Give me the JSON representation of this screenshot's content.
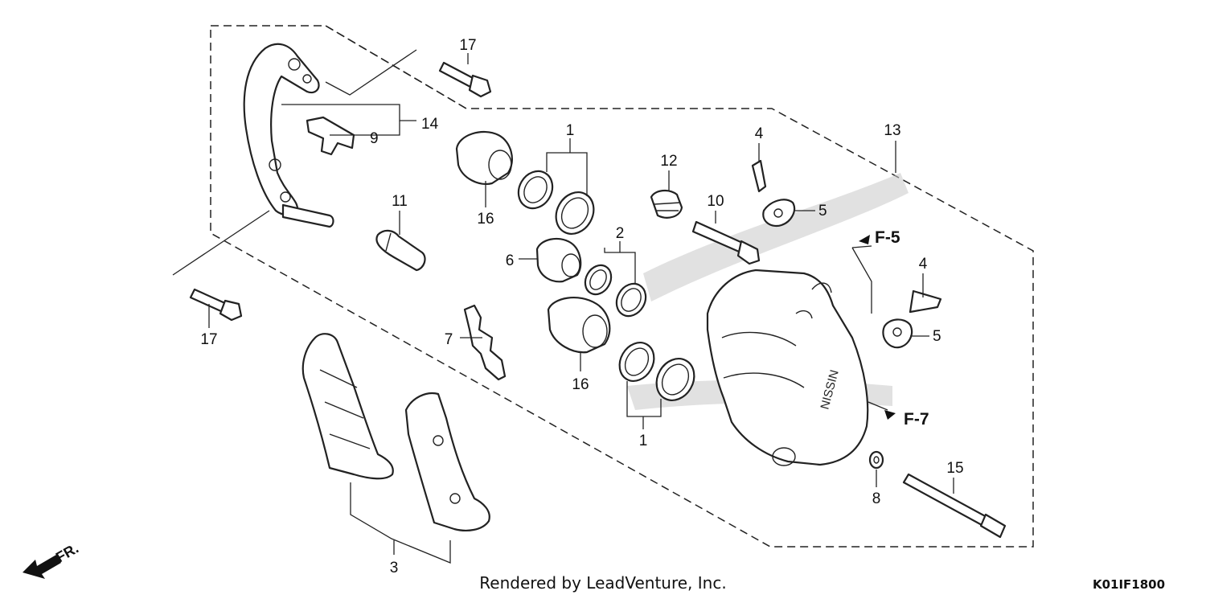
{
  "diagram": {
    "callouts": [
      {
        "id": "c17a",
        "text": "17"
      },
      {
        "id": "c14",
        "text": "14"
      },
      {
        "id": "c9",
        "text": "9"
      },
      {
        "id": "c11",
        "text": "11"
      },
      {
        "id": "c17b",
        "text": "17"
      },
      {
        "id": "c16a",
        "text": "16"
      },
      {
        "id": "c1a",
        "text": "1"
      },
      {
        "id": "c6",
        "text": "6"
      },
      {
        "id": "c2",
        "text": "2"
      },
      {
        "id": "c7",
        "text": "7"
      },
      {
        "id": "c16b",
        "text": "16"
      },
      {
        "id": "c1b",
        "text": "1"
      },
      {
        "id": "c12",
        "text": "12"
      },
      {
        "id": "c10",
        "text": "10"
      },
      {
        "id": "c4a",
        "text": "4"
      },
      {
        "id": "c5a",
        "text": "5"
      },
      {
        "id": "c13",
        "text": "13"
      },
      {
        "id": "c4b",
        "text": "4"
      },
      {
        "id": "c5b",
        "text": "5"
      },
      {
        "id": "c8",
        "text": "8"
      },
      {
        "id": "c15",
        "text": "15"
      },
      {
        "id": "c3",
        "text": "3"
      }
    ],
    "refs": [
      {
        "id": "rF5",
        "text": "F-5"
      },
      {
        "id": "rF7",
        "text": "F-7"
      }
    ],
    "caliper_brand": "NISSIN",
    "direction_label": "FR.",
    "footer_text": "Rendered by LeadVenture, Inc.",
    "diagram_code": "K01IF1800"
  }
}
